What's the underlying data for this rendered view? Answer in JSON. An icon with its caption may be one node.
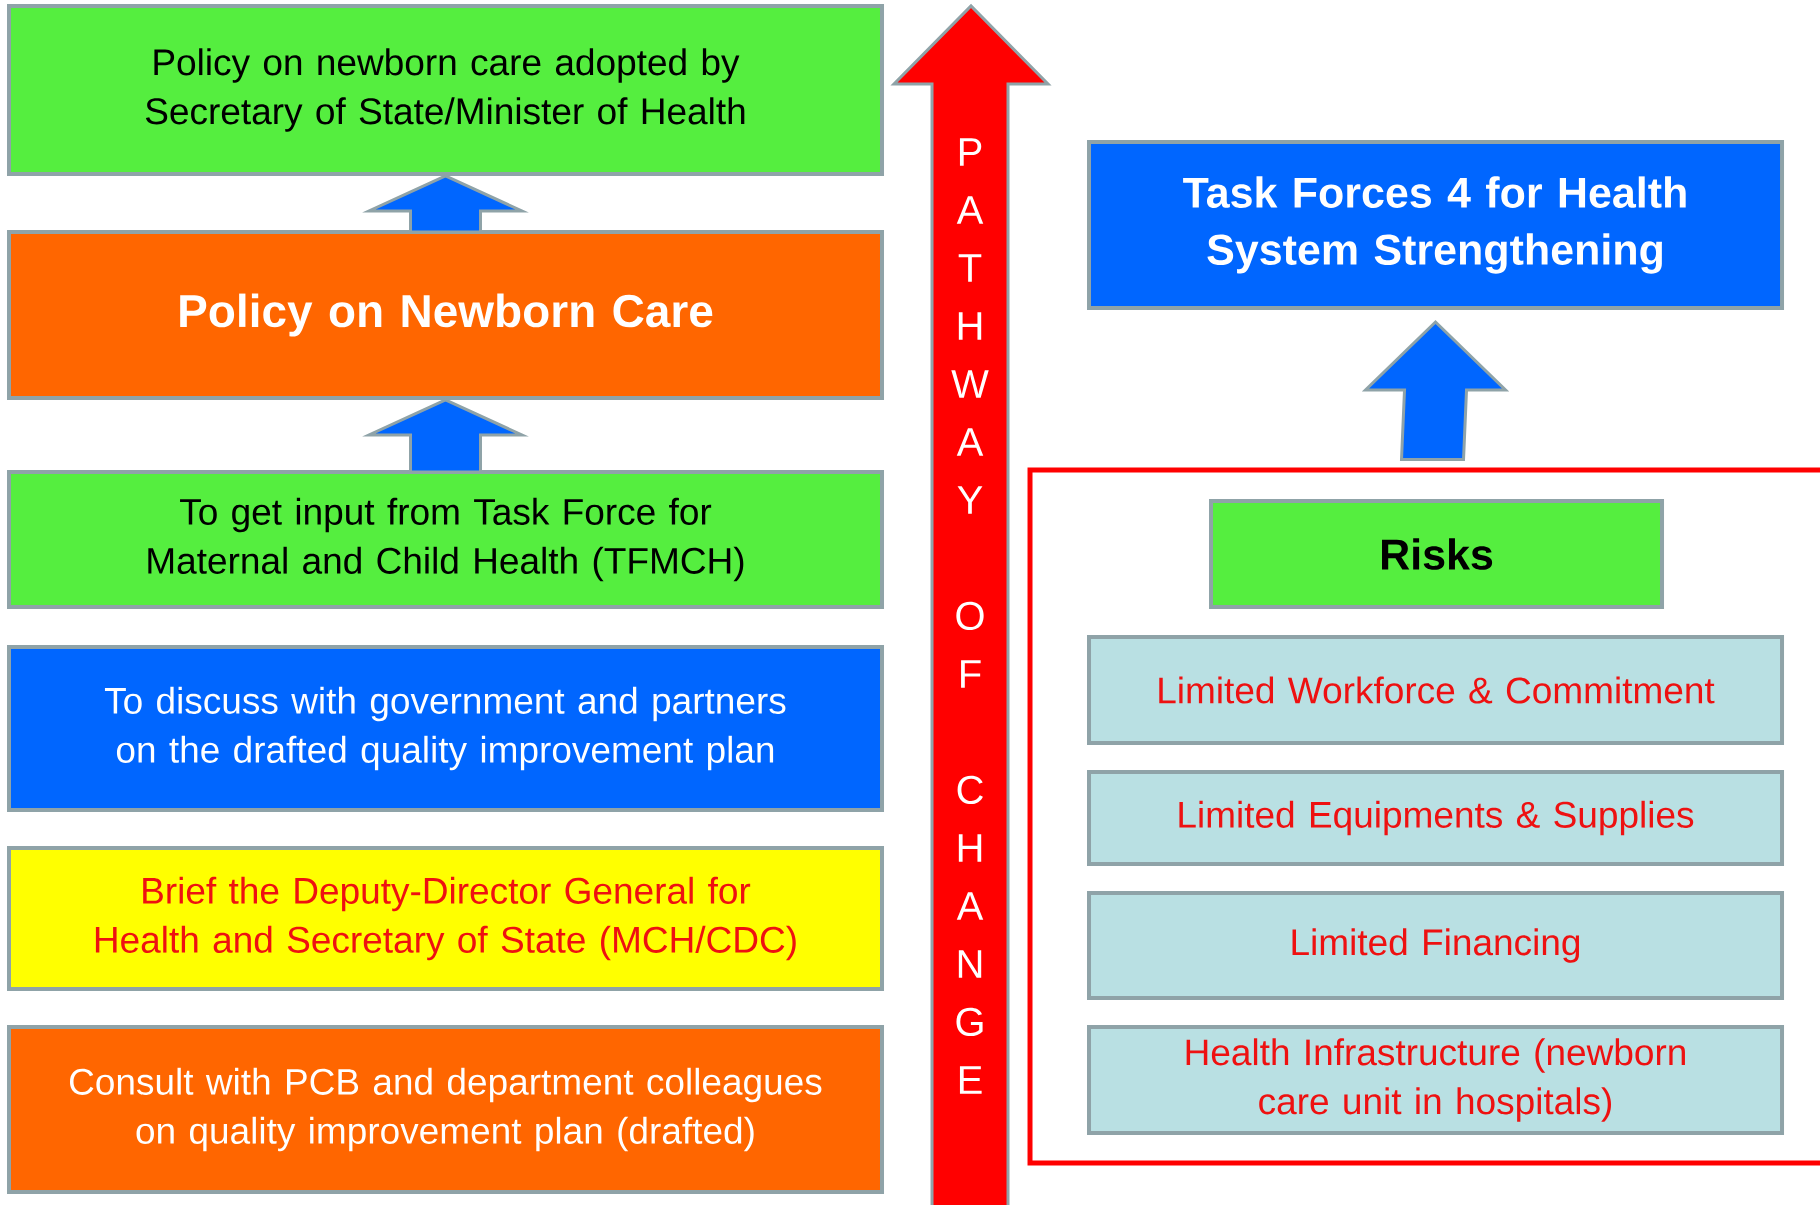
{
  "diagram": {
    "nodes": [
      {
        "text": [
          "Policy on newborn care adopted by Secretary of State/Minister of Health"
        ]
      },
      {
        "text": [
          "Policy on Newborn Care"
        ]
      },
      {
        "text": [
          "To get input from Task Force for Maternal and Child Health (TFMCH)"
        ]
      },
      {
        "text": [
          "To discuss with government and partners on the drafted quality improvement plan"
        ]
      },
      {
        "text": [
          "Brief the Deputy-Director General for Health and Secretary of State (MCH/CDC)"
        ]
      },
      {
        "text": [
          "Consult with PCB and department colleagues on quality improvement plan (drafted)"
        ]
      },
      {
        "text": [
          "PATHWAY OF CHANGE"
        ]
      },
      {
        "text": [
          "Task Forces 4 for Health System Strengthening"
        ]
      },
      {
        "text": [],
        "shape": "box"
      },
      {
        "text": [
          "Risks"
        ],
        "in": 8
      },
      {
        "text": [
          "Limited Workforce & Commitment"
        ],
        "in": 8
      },
      {
        "text": [
          "Limited Equipments & Supplies"
        ],
        "in": 8
      },
      {
        "text": [
          "Limited Financing"
        ],
        "in": 8
      },
      {
        "text": [
          "Health Infrastructure (newborn care unit in hospitals)"
        ],
        "in": 8
      }
    ],
    "edges": [
      {
        "from": 1,
        "to": 0,
        "arrow": "to"
      },
      {
        "from": 2,
        "to": 1,
        "arrow": "to"
      },
      {
        "from": 8,
        "to": 7,
        "arrow": "to"
      }
    ]
  }
}
